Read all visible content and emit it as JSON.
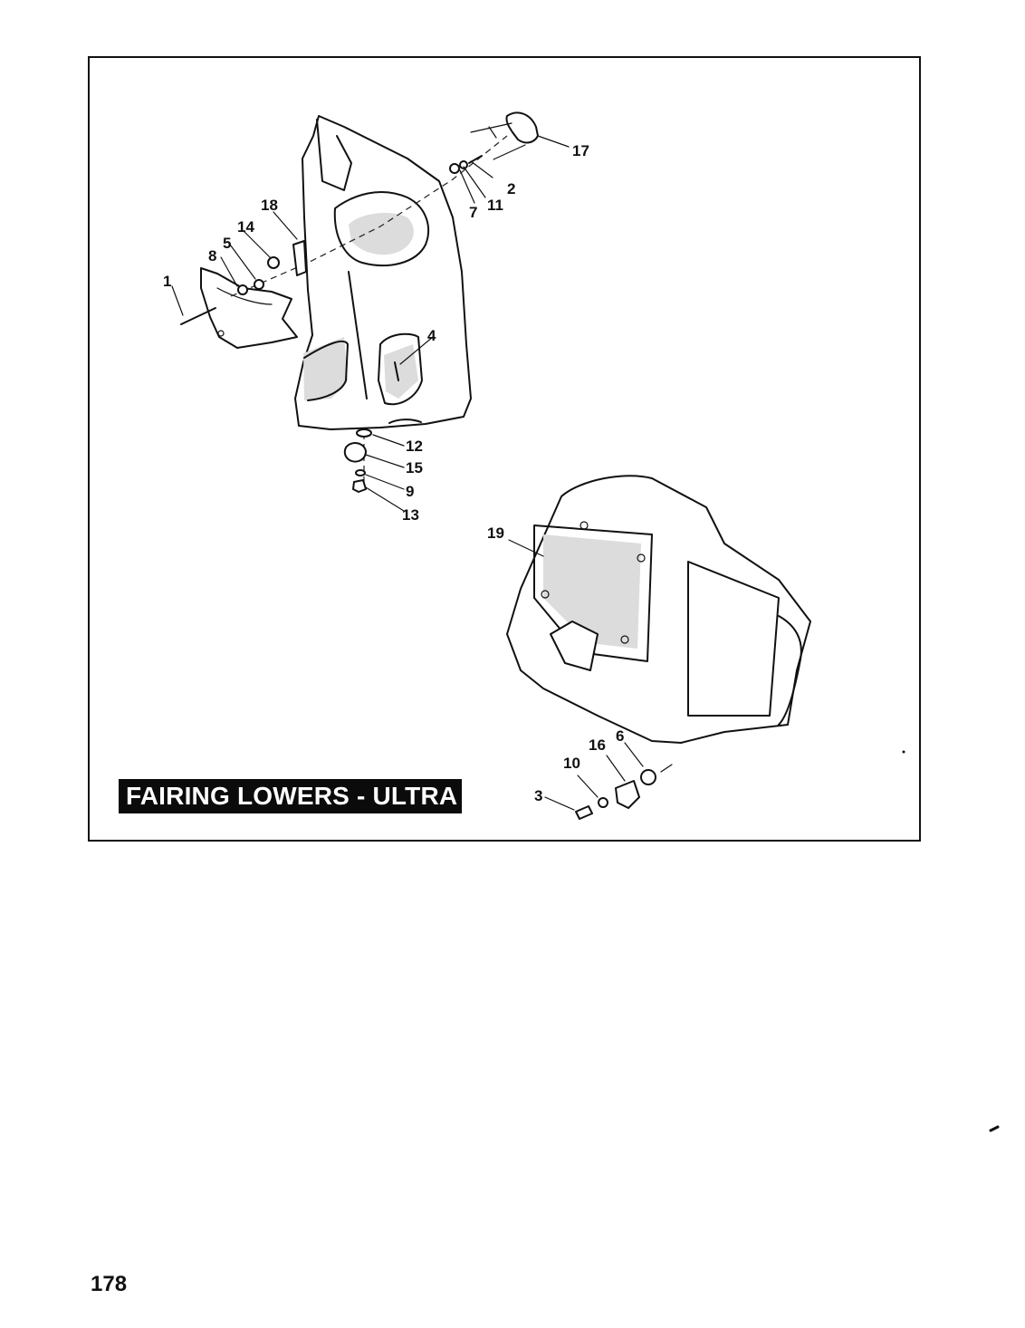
{
  "title": "FAIRING LOWERS - ULTRA",
  "page_number": "178",
  "callouts": [
    {
      "id": "c1",
      "label": "1"
    },
    {
      "id": "c2",
      "label": "2"
    },
    {
      "id": "c3",
      "label": "3"
    },
    {
      "id": "c4",
      "label": "4"
    },
    {
      "id": "c5",
      "label": "5"
    },
    {
      "id": "c6",
      "label": "6"
    },
    {
      "id": "c7",
      "label": "7"
    },
    {
      "id": "c8",
      "label": "8"
    },
    {
      "id": "c9",
      "label": "9"
    },
    {
      "id": "c10",
      "label": "10"
    },
    {
      "id": "c11",
      "label": "11"
    },
    {
      "id": "c12",
      "label": "12"
    },
    {
      "id": "c13",
      "label": "13"
    },
    {
      "id": "c14",
      "label": "14"
    },
    {
      "id": "c15",
      "label": "15"
    },
    {
      "id": "c16",
      "label": "16"
    },
    {
      "id": "c17",
      "label": "17"
    },
    {
      "id": "c18",
      "label": "18"
    },
    {
      "id": "c19",
      "label": "19"
    }
  ]
}
